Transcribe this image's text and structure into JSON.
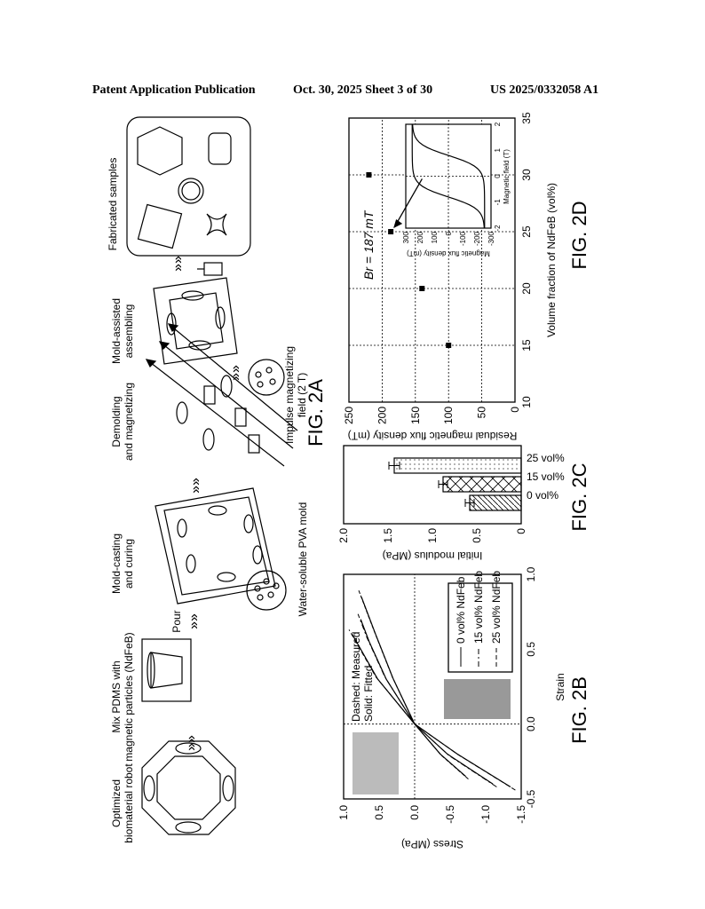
{
  "header": {
    "publication": "Patent Application Publication",
    "date_sheet": "Oct. 30, 2025  Sheet 3 of 30",
    "number": "US 2025/0332058 A1"
  },
  "fig2a": {
    "label": "FIG. 2A",
    "steps": [
      {
        "line1": "Optimized",
        "line2": "biomaterial robot"
      },
      {
        "line1": "Mix PDMS with",
        "line2": "magnetic particles (NdFeB)"
      },
      {
        "line1": "Mold-casting",
        "line2": "and curing"
      },
      {
        "line1": "Demolding",
        "line2": "and magnetizing"
      },
      {
        "line1": "Mold-assisted",
        "line2": "assembling"
      },
      {
        "line1": "Fabricated samples",
        "line2": ""
      }
    ],
    "pour": "Pour",
    "mold_note": "Water-soluble PVA mold",
    "field_note1": "Impulse magnetizing",
    "field_note2": "field (2 T)"
  },
  "chart_data": [
    {
      "id": "fig2b",
      "label": "FIG. 2B",
      "type": "line",
      "xlabel": "Strain",
      "ylabel": "Stress (MPa)",
      "xlim": [
        -0.5,
        1.0
      ],
      "ylim": [
        -1.5,
        1.0
      ],
      "xticks": [
        "-0.5",
        "0.0",
        "0.5",
        "1.0"
      ],
      "yticks": [
        "1.0",
        "0.5",
        "0.0",
        "-0.5",
        "-1.0",
        "-1.5"
      ],
      "annotations": [
        "Dashed: Measured",
        "Solid: Fitted"
      ],
      "series": [
        {
          "name": "0 vol% NdFeb",
          "dash": "",
          "points": [
            [
              -0.35,
              -0.72
            ],
            [
              -0.2,
              -0.36
            ],
            [
              0,
              0
            ],
            [
              0.3,
              0.3
            ],
            [
              0.6,
              0.55
            ],
            [
              0.85,
              0.75
            ]
          ]
        },
        {
          "name": "15 vol% NdFeb",
          "dash": "6 3 2 3",
          "points": [
            [
              -0.4,
              -1.1
            ],
            [
              -0.2,
              -0.46
            ],
            [
              0,
              0
            ],
            [
              0.3,
              0.4
            ],
            [
              0.55,
              0.64
            ],
            [
              0.7,
              0.76
            ]
          ]
        },
        {
          "name": "25 vol% NdFeb",
          "dash": "5 3",
          "points": [
            [
              -0.42,
              -1.35
            ],
            [
              -0.2,
              -0.6
            ],
            [
              0,
              0
            ],
            [
              0.3,
              0.52
            ],
            [
              0.6,
              0.88
            ]
          ]
        }
      ]
    },
    {
      "id": "fig2c",
      "label": "FIG. 2C",
      "type": "bar",
      "ylabel": "Initial modulus (MPa)",
      "ylim": [
        0,
        2.0
      ],
      "yticks": [
        "2.0",
        "1.5",
        "1.0",
        "0.5",
        "0"
      ],
      "categories": [
        "0 vol%",
        "15 vol%",
        "25 vol%"
      ],
      "values": [
        0.58,
        0.88,
        1.43
      ],
      "errors": [
        0.05,
        0.05,
        0.06
      ]
    },
    {
      "id": "fig2d",
      "label": "FIG. 2D",
      "type": "scatter",
      "xlabel": "Volume fraction of NdFeB (vol%)",
      "ylabel": "Residual magnetic flux density (mT)",
      "xlim": [
        10,
        35
      ],
      "ylim": [
        0,
        250
      ],
      "xticks": [
        "10",
        "15",
        "20",
        "25",
        "30",
        "35"
      ],
      "yticks": [
        "250",
        "200",
        "150",
        "100",
        "50",
        "0"
      ],
      "x": [
        15,
        20,
        25,
        30
      ],
      "y": [
        100,
        140,
        187,
        220
      ],
      "annotation": "Br = 187 mT",
      "inset": {
        "type": "line",
        "xlabel": "Magnetic field (T)",
        "ylabel": "Magnetic flux density (mT)",
        "xlim": [
          -2,
          2
        ],
        "ylim": [
          -300,
          300
        ],
        "xticks": [
          "-2",
          "-1",
          "0",
          "1",
          "2"
        ],
        "yticks": [
          "300",
          "200",
          "100",
          "0",
          "-100",
          "-200",
          "-300"
        ]
      }
    }
  ]
}
